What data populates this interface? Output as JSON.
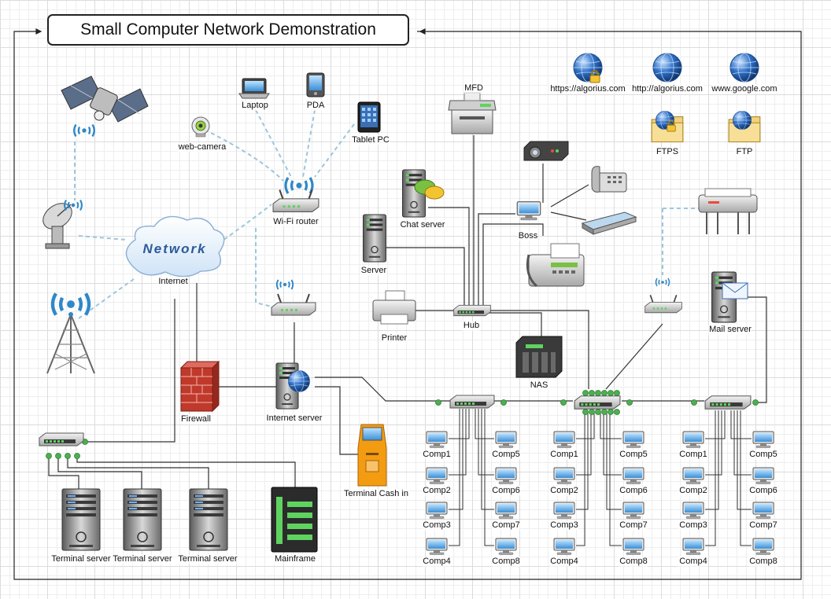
{
  "title": "Small Computer Network Demonstration",
  "labels": {
    "laptop": "Laptop",
    "pda": "PDA",
    "tablet": "Tablet PC",
    "webcam": "web-camera",
    "wifi_router": "Wi-Fi router",
    "network_cloud": "Network",
    "internet": "Internet",
    "mfd": "MFD",
    "chat_server": "Chat server",
    "server": "Server",
    "boss": "Boss",
    "printer": "Printer",
    "hub": "Hub",
    "nas": "NAS",
    "firewall": "Firewall",
    "internet_server": "Internet server",
    "terminal_cash": "Terminal Cash in",
    "terminal_server_1": "Terminal server",
    "terminal_server_2": "Terminal server",
    "terminal_server_3": "Terminal server",
    "mainframe": "Mainframe",
    "mail_server": "Mail server",
    "https_site": "https://algorius.com",
    "http_site": "http://algorius.com",
    "google_site": "www.google.com",
    "ftps": "FTPS",
    "ftp": "FTP"
  },
  "computer_groups": [
    {
      "left": [
        "Comp1",
        "Comp2",
        "Comp3",
        "Comp4"
      ],
      "right": [
        "Comp5",
        "Comp6",
        "Comp7",
        "Comp8"
      ]
    },
    {
      "left": [
        "Comp1",
        "Comp2",
        "Comp3",
        "Comp4"
      ],
      "right": [
        "Comp5",
        "Comp6",
        "Comp7",
        "Comp8"
      ]
    },
    {
      "left": [
        "Comp1",
        "Comp2",
        "Comp3",
        "Comp4"
      ],
      "right": [
        "Comp5",
        "Comp6",
        "Comp7",
        "Comp8"
      ]
    }
  ],
  "colors": {
    "wired_link": "#333333",
    "wireless_link": "#9cc6dc",
    "port_dot": "#4caf50",
    "globe": "#2f6fc6",
    "firewall_brick": "#c0392b",
    "kiosk": "#f39c12"
  }
}
